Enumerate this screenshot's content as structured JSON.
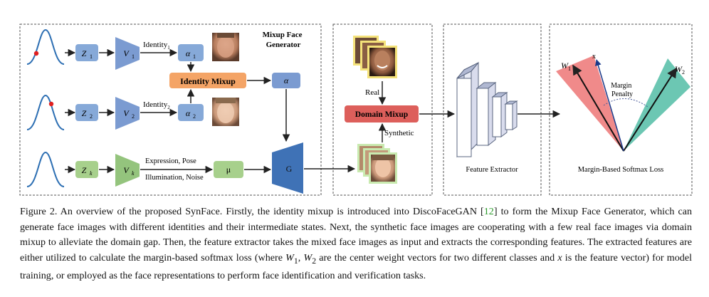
{
  "figure": {
    "mixup_generator_title": [
      "Mixup Face",
      "Generator"
    ],
    "identity1_label": "Identity",
    "identity1_sub": "1",
    "identity2_label": "Identity",
    "identity2_sub": "2",
    "identity_mixup": "Identity Mixup",
    "alpha": "α",
    "alpha1": "α",
    "alpha1_sub": "1",
    "alpha2": "α",
    "alpha2_sub": "2",
    "z1": "Z",
    "z1_sub": "1",
    "z2": "Z",
    "z2_sub": "2",
    "zk": "Z",
    "zk_sub": "k",
    "v1": "V",
    "v1_sub": "1",
    "v2": "V",
    "v2_sub": "2",
    "vk": "V",
    "vk_sub": "k",
    "mu": "μ",
    "g": "G",
    "expression_pose": "Expression, Pose",
    "illumination_noise": "Illumination, Noise",
    "real": "Real",
    "domain_mixup": "Domain Mixup",
    "synthetic": "Synthetic",
    "feature_extractor": "Feature Extractor",
    "w1": "W",
    "w1_sub": "1",
    "w2": "W",
    "w2_sub": "2",
    "x": "x",
    "margin": "Margin",
    "penalty": "Penalty",
    "loss_label": "Margin-Based Softmax Loss",
    "colors": {
      "z_box": "#86a9d8",
      "v_trap_blue": "#7b9bd1",
      "v_trap_green": "#94c47d",
      "z_green": "#a7d08c",
      "identity_mixup": "#f4a466",
      "domain_mixup": "#dd5f5b",
      "wedge_red": "#f08a8a",
      "wedge_teal": "#6cc7b3",
      "gaussian": "#2d6fb3",
      "dot": "#e02020"
    }
  },
  "caption": {
    "part1": "Figure 2. An overview of the proposed SynFace. Firstly, the identity mixup is introduced into DiscoFaceGAN [",
    "cite": "12",
    "part2": "] to form the Mixup Face Generator, which can generate face images with different identities and their intermediate states. Next, the synthetic face images are cooperating with a few real face images via domain mixup to alleviate the domain gap. Then, the feature extractor takes the mixed face images as input and extracts the corresponding features. The extracted features are either utilized to calculate the margin-based softmax loss (where ",
    "w1": "W",
    "w1_sub": "1",
    "sep": ", ",
    "w2": "W",
    "w2_sub": "2",
    "part3": " are the center weight vectors for two different classes and ",
    "x": "x",
    "part4": " is the feature vector) for model training, or employed as the face representations to perform face identification and verification tasks."
  }
}
